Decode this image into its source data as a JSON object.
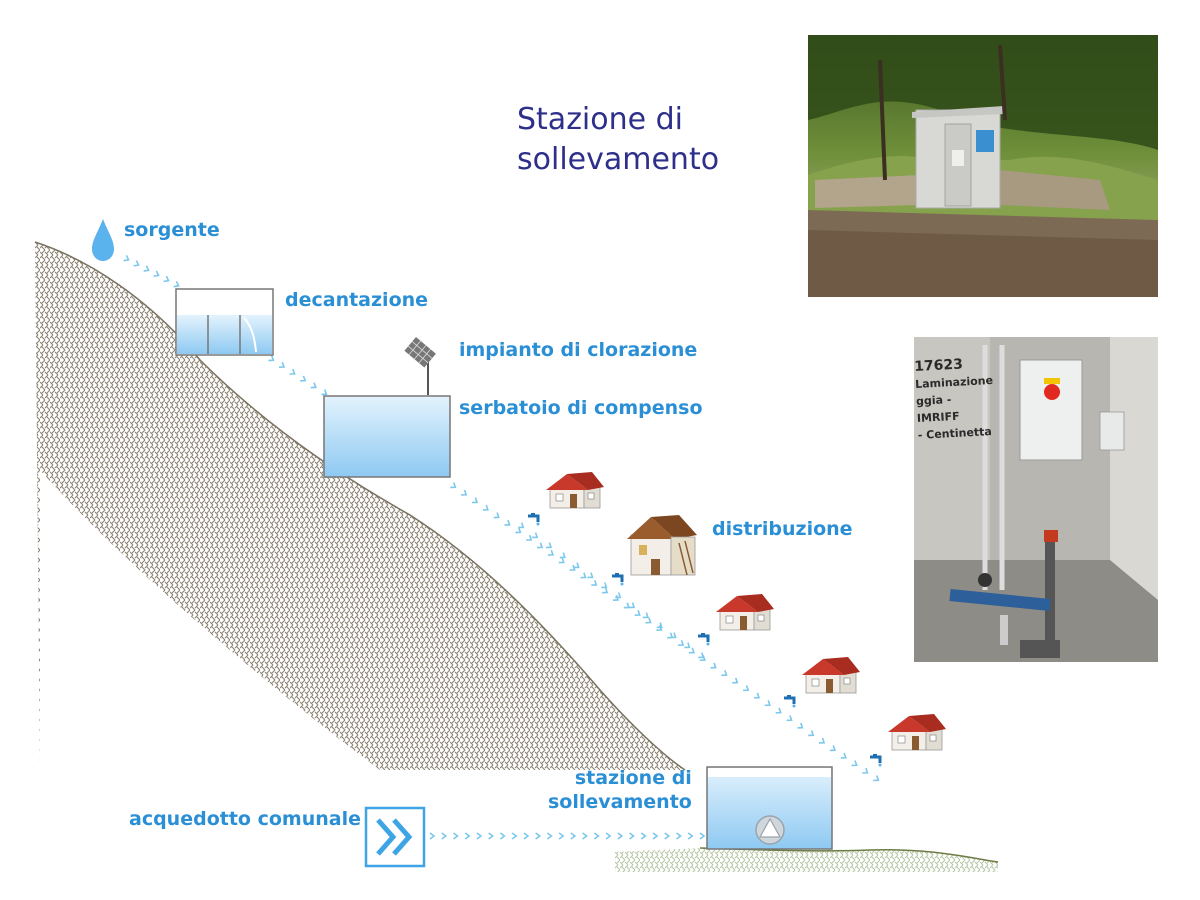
{
  "title": "Stazione di\nsollevamento",
  "labels": {
    "source": "sorgente",
    "settling": "decantazione",
    "chlorination": "impianto di clorazione",
    "storage_tank": "serbatoio di compenso",
    "distribution": "distribuzione",
    "pumping_station": "stazione di\nsollevamento",
    "municipal_aqueduct": "acquedotto comunale"
  },
  "photo_interior_text": {
    "line1": "17623",
    "line2": "Laminazione",
    "line3": "ggia - IMRIFF",
    "line4": "- Centinetta"
  },
  "colors": {
    "title": "#2d2f8a",
    "label": "#2b8fd6",
    "water": "#8ec9f2",
    "arrow": "#7cc8ec",
    "roof": "#c9392b"
  }
}
